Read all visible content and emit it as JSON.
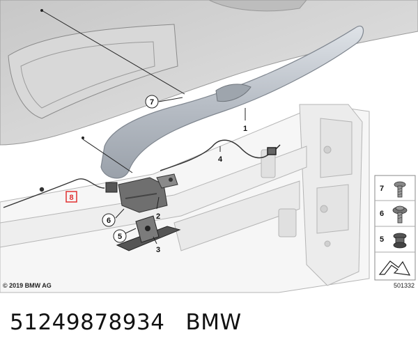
{
  "diagram": {
    "callouts": {
      "c1": "1",
      "c2": "2",
      "c3": "3",
      "c4": "4",
      "c5": "5",
      "c6": "6",
      "c7": "7",
      "c8": "8"
    },
    "legend": {
      "items": [
        {
          "number": "7",
          "icon": "screw-icon"
        },
        {
          "number": "6",
          "icon": "flange-screw-icon"
        },
        {
          "number": "5",
          "icon": "clip-nut-icon"
        }
      ],
      "arrow_icon": "direction-arrow-icon"
    },
    "image_number": "501332",
    "copyright": "© 2019 BMW AG",
    "highlight_color": "#e03030"
  },
  "caption": {
    "part_number": "51249878934",
    "brand": "BMW"
  }
}
